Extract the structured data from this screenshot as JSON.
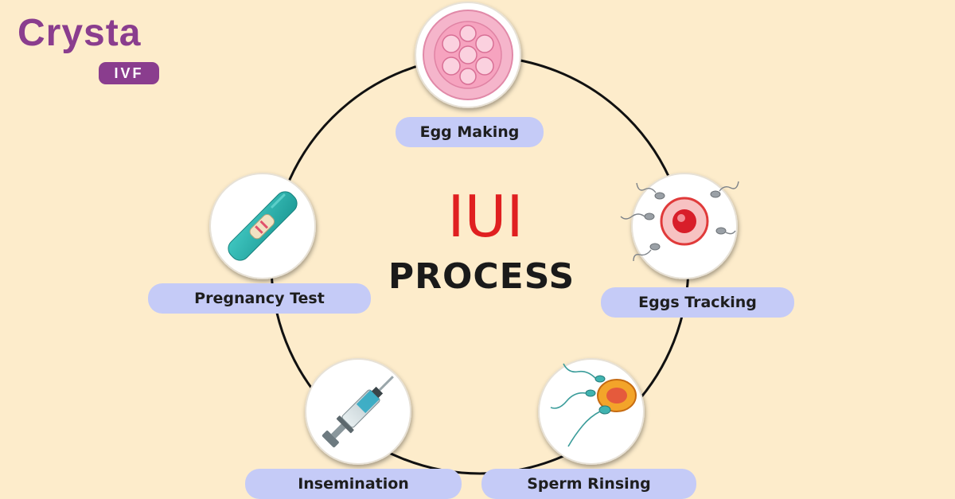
{
  "logo": {
    "wordmark": "Crysta",
    "badge": "IVF"
  },
  "title": {
    "main": "IUI",
    "sub": "PROCESS"
  },
  "colors": {
    "background": "#fdeccb",
    "brand": "#8a3d8e",
    "title_red": "#e02020",
    "pill": "#c5cbf7"
  },
  "steps": [
    {
      "label": "Egg Making",
      "icon": "egg-cell-icon"
    },
    {
      "label": "Eggs Tracking",
      "icon": "egg-with-sperm-icon"
    },
    {
      "label": "Sperm Rinsing",
      "icon": "sperm-rinsing-icon"
    },
    {
      "label": "Insemination",
      "icon": "syringe-icon"
    },
    {
      "label": "Pregnancy Test",
      "icon": "pregnancy-test-icon"
    }
  ]
}
